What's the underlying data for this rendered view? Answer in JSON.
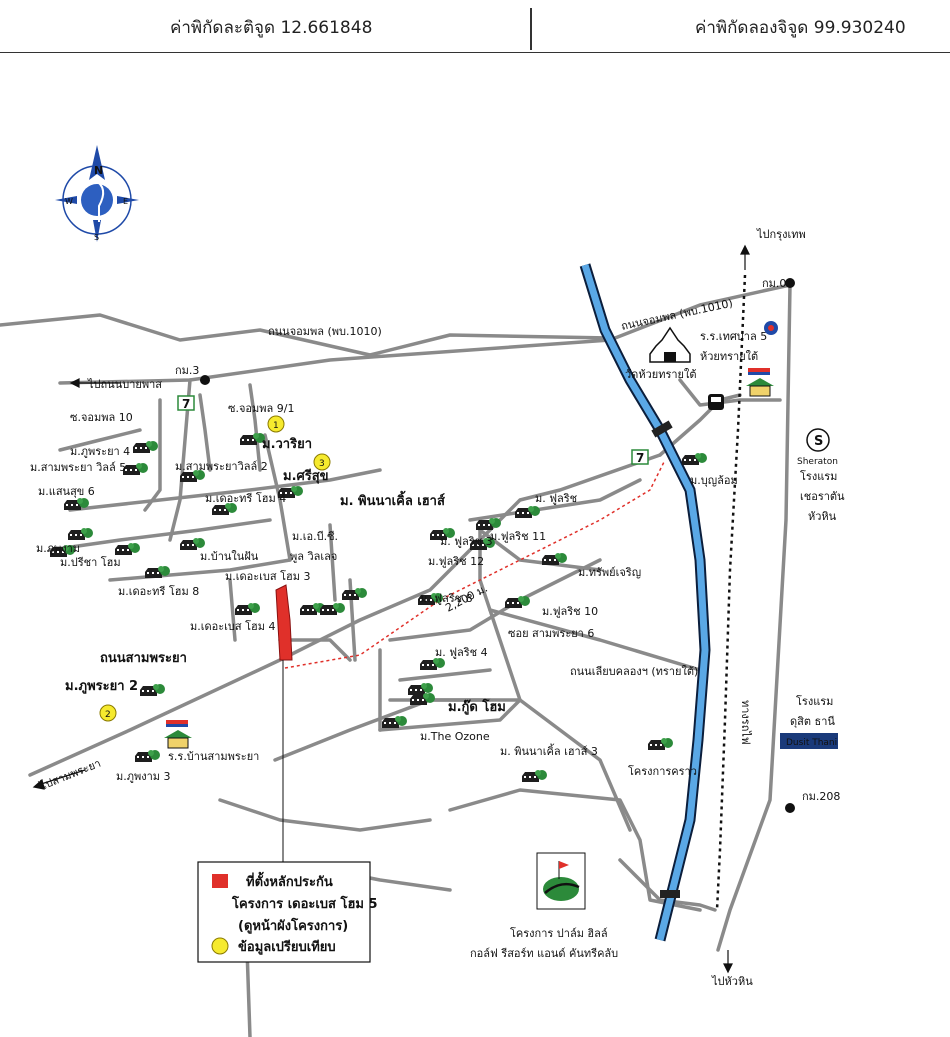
{
  "header": {
    "lat_label": "ค่าพิกัดละติจูด 12.661848",
    "lng_label": "ค่าพิกัดลองจิจูด 99.930240"
  },
  "compass": {
    "n": "N",
    "s": "S",
    "e": "E",
    "w": "W"
  },
  "roads": {
    "jompol": "ถนนจอมพล (พบ.1010)",
    "jompol_east": "ถนนจอมพล (พบ.1010)",
    "sampraya": "ถนนสามพระยา",
    "bypass": "ถนนเลียบคลองฯ (ทรายใต้)",
    "soi_sampraya6": "ซอย สามพระยา 6",
    "soi_jompol10": "ซ.จอมพล 10",
    "soi_jompol9_1": "ซ.จอมพล 9/1",
    "railway": "ทางรถไฟ"
  },
  "directions": {
    "to_bangkok": "ไปกรุงเทพ",
    "to_nongyaplong": "ไปถนนบายพาส",
    "to_sampraya": "ไปสามพระยา",
    "to_huahin": "ไปหัวหิน"
  },
  "km": {
    "km0": "กม.0",
    "km3": "กม.3",
    "km208": "กม.208"
  },
  "distance": "2,200 ม.",
  "villages": {
    "phuphraya4": "ม.ภูพระยา 4",
    "sampraya_villa5": "ม.สามพระยา วิลล์ 5",
    "saensuk6": "ม.แสนสุข 6",
    "phungam": "ม.ภูพงาม",
    "preecha": "ม.ปรีชา โฮม",
    "thetree8": "ม.เดอะทรี โฮม 8",
    "bannaifan": "ม.บ้านในฝัน",
    "sampraya_villa2": "ม.สามพระยาวิลล์ 2",
    "thetree4": "ม.เดอะทรี โฮม 4",
    "wariya": "ม.วาริยา",
    "srisuk": "ม.ศรีสุข",
    "pinnacle": "ม. พินนาเคิ้ล เฮาส์",
    "abc": "ม.เอ.บี.ซี.",
    "poolvilla": "พูล วิลเลจ",
    "thebest3": "ม.เดอะเบส โฮม 3",
    "thebest4": "ม.เดอะเบส โฮม 4",
    "fullrich": "ม. ฟูลริช",
    "fullrich3": "ม. ฟูลริช 3",
    "fullrich11": "ม.ฟูลริช 11",
    "fullrich12": "ม.ฟูลริช 12",
    "fullrich8": "ม. ฟูลริช 8",
    "fullrich10": "ม.ฟูลริช 10",
    "fullrich4": "ม. ฟูลริช 4",
    "thapcharoen": "ม.ทรัพย์เจริญ",
    "goodhome": "ม.กู๊ด โฮม",
    "ozone": "ม.The Ozone",
    "pinnacle3": "ม. พินนาเคิ้ล เฮาส์ 3",
    "boonlom": "ม.บุญล้อม",
    "phuphraya2": "ม.ภูพระยา 2",
    "phungam3": "ม.ภูพงาม 3",
    "krao": "โครงการคราว"
  },
  "places": {
    "temple": "วัดห้วยทรายใต้",
    "school1": "ร.ร.เทศบาล 5",
    "school1b": "ห้วยทรายใต้",
    "school2": "ร.ร.บ้านสามพระยา",
    "sheraton_brand": "Sheraton",
    "sheraton1": "โรงแรม",
    "sheraton2": "เชอราตัน",
    "sheraton3": "หัวหิน",
    "dusit1": "โรงแรม",
    "dusit2": "ดุสิต ธานี",
    "dusit_brand": "Dusit Thani",
    "golf1": "โครงการ ปาล์ม ฮิลล์",
    "golf2": "กอล์ฟ รีสอร์ท แอนด์ คันทรีคลับ",
    "seven": "7"
  },
  "markers": {
    "m1": "1",
    "m2": "2",
    "m3": "3"
  },
  "legend": {
    "site_title": "ที่ตั้งหลักประกัน",
    "project": "โครงการ เดอะเบส โฮม 5",
    "note": "(ดูหน้าผังโครงการ)",
    "compare": "ข้อมูลเปรียบเทียบ"
  },
  "colors": {
    "road": "#8a8a8a",
    "river": "#5aa8e6",
    "site": "#e0302a",
    "marker": "#f6ea2e",
    "tree": "#2c8a3a",
    "compass": "#1f4aa8"
  }
}
